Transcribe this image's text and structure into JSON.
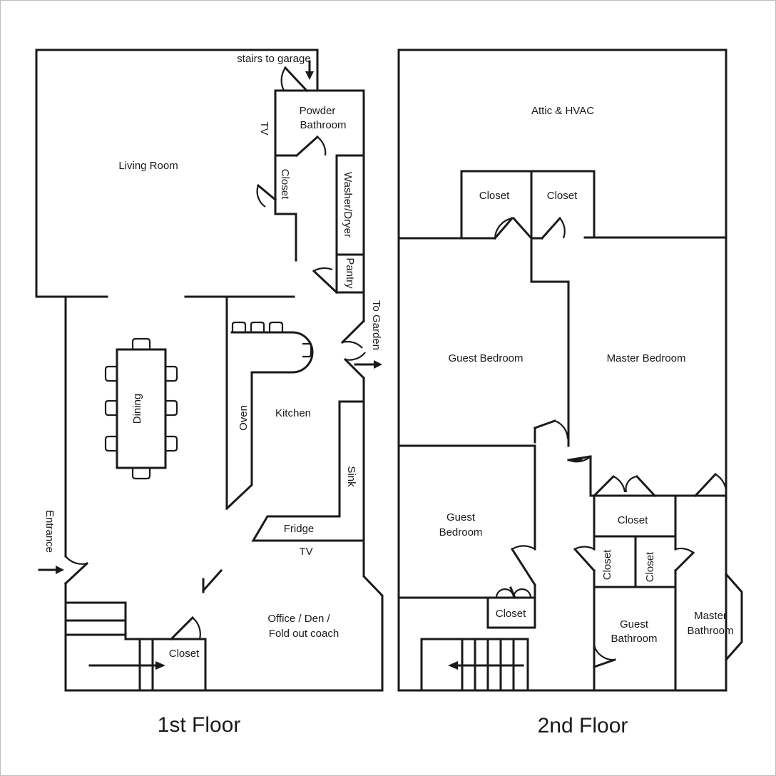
{
  "floor1": {
    "title": "1st Floor",
    "labels": {
      "stairs_to_garage": "stairs to garage",
      "powder_bathroom_1": "Powder",
      "powder_bathroom_2": "Bathroom",
      "tv_living": "TV",
      "living_room": "Living Room",
      "closet_hall": "Closet",
      "washer_dryer": "Washer/Dryer",
      "pantry": "Pantry",
      "to_garden": "To Garden",
      "dining": "Dining",
      "oven": "Oven",
      "kitchen": "Kitchen",
      "sink": "Sink",
      "fridge": "Fridge",
      "tv_office": "TV",
      "entrance": "Entrance",
      "office_1": "Office / Den /",
      "office_2": "Fold out coach",
      "closet_stairs": "Closet"
    }
  },
  "floor2": {
    "title": "2nd Floor",
    "labels": {
      "attic": "Attic & HVAC",
      "closet_attic_left": "Closet",
      "closet_attic_right": "Closet",
      "guest_bedroom_top": "Guest Bedroom",
      "master_bedroom": "Master Bedroom",
      "guest_bedroom_low_1": "Guest",
      "guest_bedroom_low_2": "Bedroom",
      "closet_center": "Closet",
      "closet_v1": "Closet",
      "closet_v2": "Closet",
      "closet_bottom": "Closet",
      "guest_bath_1": "Guest",
      "guest_bath_2": "Bathroom",
      "master_bath_1": "Master",
      "master_bath_2": "Bathroom"
    }
  }
}
